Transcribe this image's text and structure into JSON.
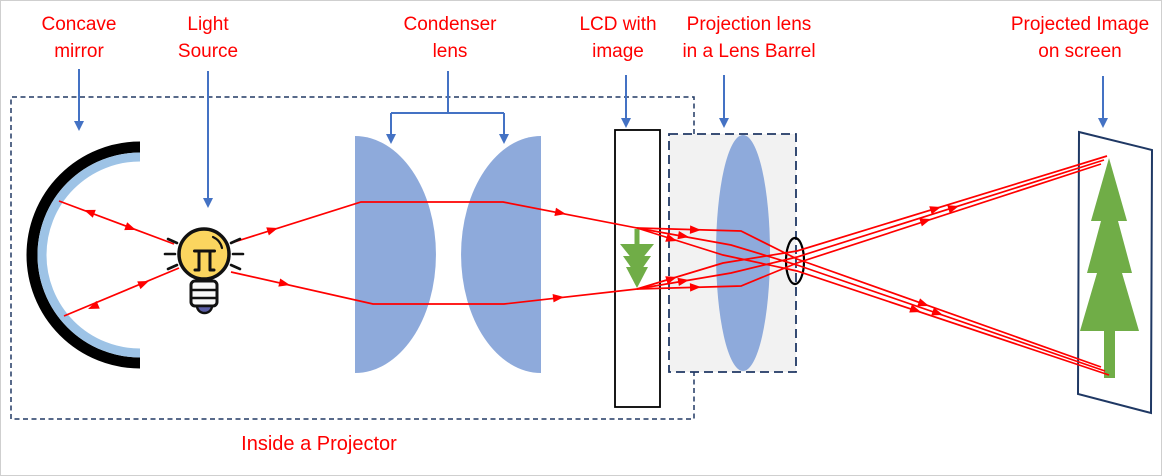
{
  "labels": {
    "concave_mirror": {
      "line1": "Concave",
      "line2": "mirror"
    },
    "light_source": {
      "line1": "Light",
      "line2": "Source"
    },
    "condenser_lens": {
      "line1": "Condenser",
      "line2": "lens"
    },
    "lcd": {
      "line1": "LCD with",
      "line2": "image"
    },
    "projection_lens": {
      "line1": "Projection lens",
      "line2": "in a Lens Barrel"
    },
    "projected_image": {
      "line1": "Projected Image",
      "line2": "on screen"
    },
    "caption": "Inside a Projector"
  },
  "colors": {
    "label_red": "#FF0000",
    "ray_red": "#FF0000",
    "pointer_blue": "#4472C4",
    "lens_blue": "#8EAADB",
    "mirror_inner_blue": "#9DC3E6",
    "barrel_gray": "#F2F2F2",
    "dashed_box_navy": "#203864",
    "screen_border_navy": "#1F3864",
    "image_green": "#70AD47",
    "bulb_yellow": "#FBD55F",
    "bulb_tip_purple": "#5B5EA6"
  }
}
